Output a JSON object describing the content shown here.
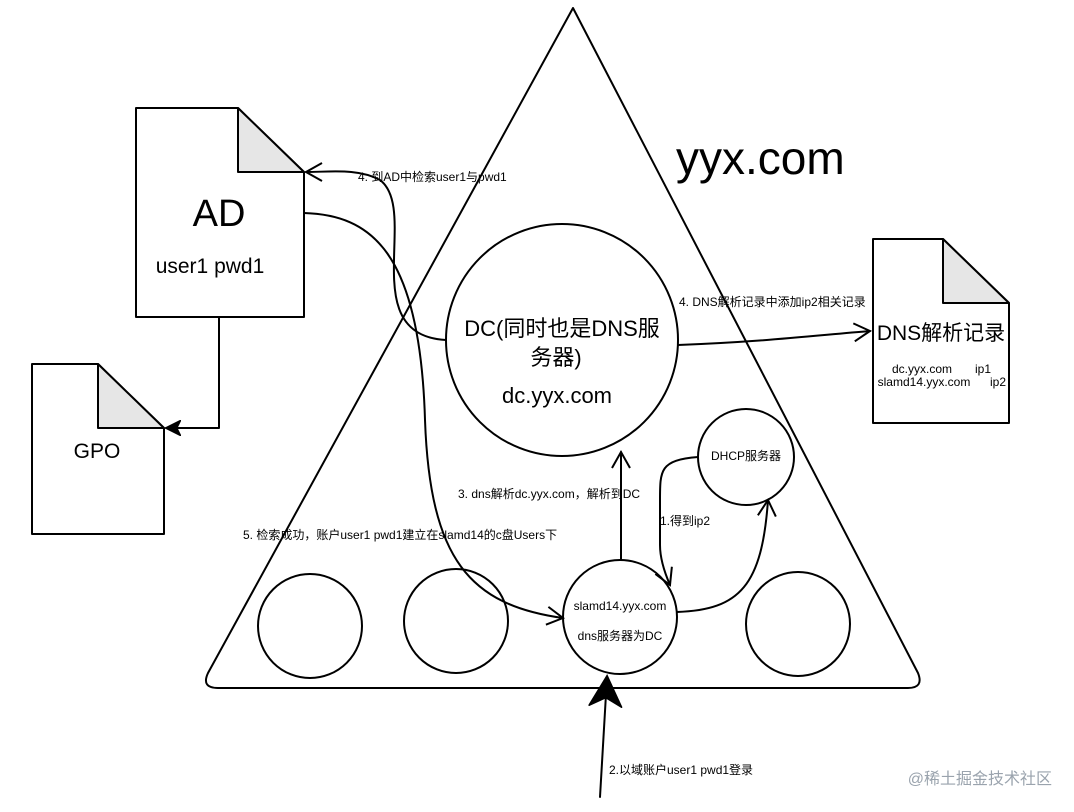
{
  "diagram": {
    "domain_title": "yyx.com",
    "ad": {
      "title": "AD",
      "subtitle": "user1 pwd1"
    },
    "gpo": {
      "title": "GPO"
    },
    "dc": {
      "line1": "DC(同时也是DNS服",
      "line2": "务器)",
      "line3": "dc.yyx.com"
    },
    "dns_record": {
      "title": "DNS解析记录",
      "row1_name": "dc.yyx.com",
      "row1_ip": "ip1",
      "row2_name": "slamd14.yyx.com",
      "row2_ip": "ip2"
    },
    "dhcp": {
      "label": "DHCP服务器"
    },
    "client": {
      "line1": "slamd14.yyx.com",
      "line2": "dns服务器为DC"
    },
    "steps": {
      "step1": "1.得到ip2",
      "step2": "2.以域账户user1 pwd1登录",
      "step3": "3. dns解析dc.yyx.com，解析到DC",
      "step4a": "4. 到AD中检索user1与pwd1",
      "step4b": "4. DNS解析记录中添加ip2相关记录",
      "step5": "5. 检索成功，账户user1 pwd1建立在slamd14的c盘Users下"
    },
    "watermark": "@稀土掘金技术社区"
  }
}
